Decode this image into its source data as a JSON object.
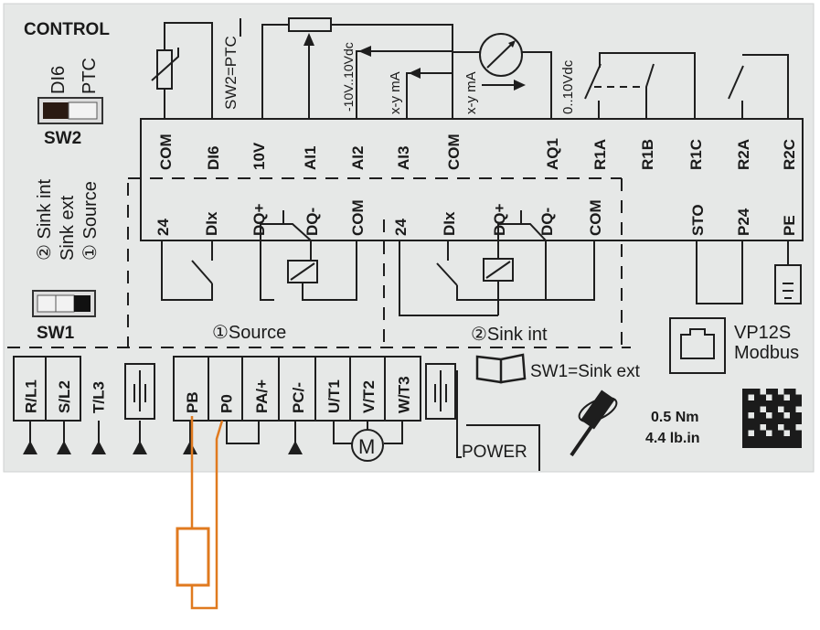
{
  "title": "CONTROL",
  "sw2": {
    "label": "SW2",
    "opt1": "DI6",
    "opt2": "PTC",
    "note": "SW2=PTC"
  },
  "sw1": {
    "label": "SW1",
    "opt2": "② Sink int",
    "opt_ext": "Sink ext",
    "opt1": "① Source",
    "note": "SW1=Sink ext"
  },
  "analog_notes": {
    "ai2_range": "-10V..10Vdc",
    "ai3_range": "x-y mA",
    "com_range": "x-y mA",
    "aq1_range": "0..10Vdc"
  },
  "top_terminals": [
    "COM",
    "DI6",
    "10V",
    "AI1",
    "AI2",
    "AI3",
    "COM",
    "AQ1",
    "R1A",
    "R1B",
    "R1C",
    "R2A",
    "R2C"
  ],
  "bottom_terminals": [
    "24",
    "DIx",
    "DQ+",
    "DQ-",
    "COM",
    "24",
    "DIx",
    "DQ+",
    "DQ-",
    "COM",
    "STO",
    "P24",
    "PE"
  ],
  "modes": {
    "source": "①Source",
    "sink_int": "②Sink int"
  },
  "power": {
    "label": "POWER",
    "terminals": [
      "R/L1",
      "S/L2",
      "T/L3",
      "PB",
      "P0",
      "PA/+",
      "PC/-",
      "U/T1",
      "V/T2",
      "W/T3"
    ],
    "motor": "M"
  },
  "port": {
    "line1": "VP12S",
    "line2": "Modbus"
  },
  "torque": {
    "line1": "0.5 Nm",
    "line2": "4.4 lb.in"
  },
  "colors": {
    "label_bg": "#e6e8e7",
    "ink": "#1e1e1e",
    "annotation": "#e07a1f"
  }
}
